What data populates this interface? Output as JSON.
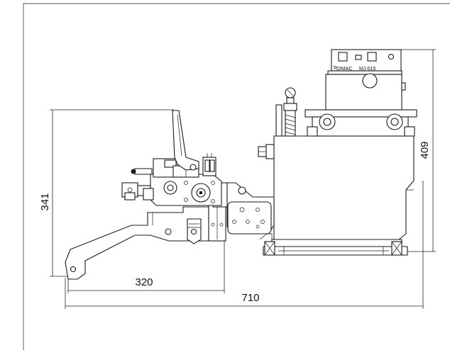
{
  "drawing": {
    "dimensions": {
      "height_left": "341",
      "height_right": "409",
      "width_inner": "320",
      "width_total": "710"
    },
    "nameplate": {
      "brand": "DIMAC",
      "model": "MJ-015"
    }
  }
}
